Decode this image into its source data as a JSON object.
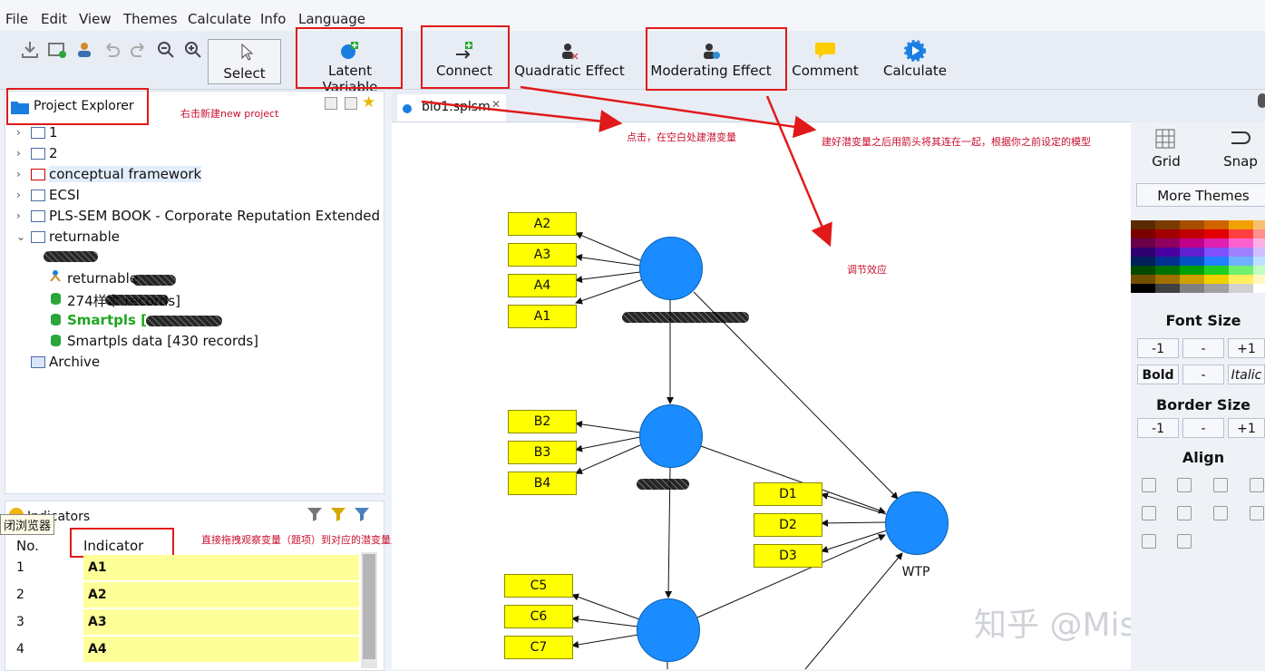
{
  "menu": [
    "File",
    "Edit",
    "View",
    "Themes",
    "Calculate",
    "Info",
    "Language"
  ],
  "toolbar": {
    "select": "Select",
    "latent_variable": "Latent Variable",
    "connect": "Connect",
    "quadratic_effect": "Quadratic Effect",
    "moderating_effect": "Moderating Effect",
    "comment": "Comment",
    "calculate": "Calculate"
  },
  "explorer": {
    "title": "Project Explorer",
    "note": "右击新建new project",
    "projects": [
      "1",
      "2",
      "conceptual framework",
      "ECSI",
      "PLS-SEM BOOK - Corporate Reputation Extended",
      "returnable"
    ],
    "children": {
      "model": "returnable",
      "data1": "274样本   records]",
      "data2": "Smartpls [",
      "data3": "Smartpls data [430 records]"
    },
    "archive": "Archive"
  },
  "indicators": {
    "title": "Indicators",
    "tooltip": "闭浏览器",
    "col_no": "No.",
    "col_indicator": "Indicator",
    "note": "直接拖拽观察变量（题项）到对应的潜变量上面",
    "rows": [
      {
        "no": "1",
        "indicator": "A1"
      },
      {
        "no": "2",
        "indicator": "A2"
      },
      {
        "no": "3",
        "indicator": "A3"
      },
      {
        "no": "4",
        "indicator": "A4"
      }
    ]
  },
  "editor": {
    "tab": "bio1.splsm",
    "notes": {
      "click": "点击，在空白处建潜变量",
      "connect": "建好潜变量之后用箭头将其连在一起，根据你之前设定的模型",
      "moderate": "调节效应"
    },
    "indicators_a": [
      "A2",
      "A3",
      "A4",
      "A1"
    ],
    "indicators_b": [
      "B2",
      "B3",
      "B4"
    ],
    "indicators_c": [
      "C5",
      "C6",
      "C7"
    ],
    "indicators_d": [
      "D1",
      "D2",
      "D3"
    ],
    "wtp": "WTP",
    "watermark": "知乎 @Miss Lol"
  },
  "rightpanel": {
    "grid": "Grid",
    "snap": "Snap",
    "more_themes": "More Themes",
    "font_size": "Font Size",
    "border_size": "Border Size",
    "align": "Align",
    "minus1": "-1",
    "dash": "-",
    "plus1": "+1",
    "bold": "Bold",
    "italic": "Italic"
  },
  "colors": {
    "node": "#1a8cff",
    "indicator": "#ffff00",
    "note": "#c8102e",
    "redbox": "#e01a1a"
  }
}
